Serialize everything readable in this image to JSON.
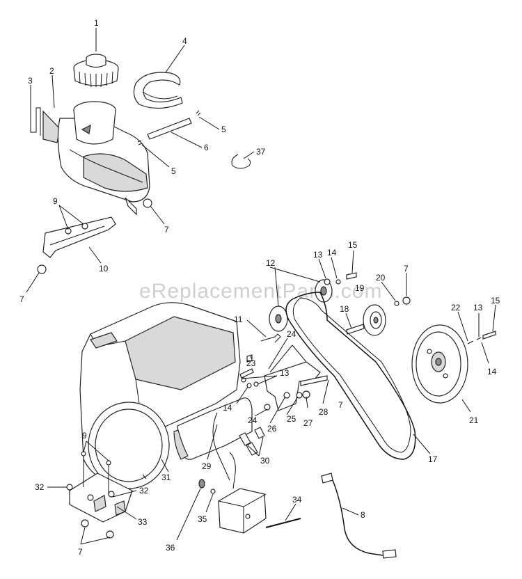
{
  "watermark": "eReplacementParts.com",
  "callouts": [
    "1",
    "2",
    "3",
    "4",
    "5",
    "5",
    "6",
    "37",
    "9",
    "7",
    "10",
    "7",
    "12",
    "13",
    "14",
    "15",
    "7",
    "20",
    "19",
    "18",
    "22",
    "13",
    "15",
    "14",
    "11",
    "24",
    "23",
    "13",
    "14",
    "24",
    "26",
    "25",
    "27",
    "28",
    "7",
    "21",
    "17",
    "9",
    "29",
    "30",
    "31",
    "32",
    "32",
    "33",
    "7",
    "36",
    "35",
    "34",
    "8"
  ]
}
